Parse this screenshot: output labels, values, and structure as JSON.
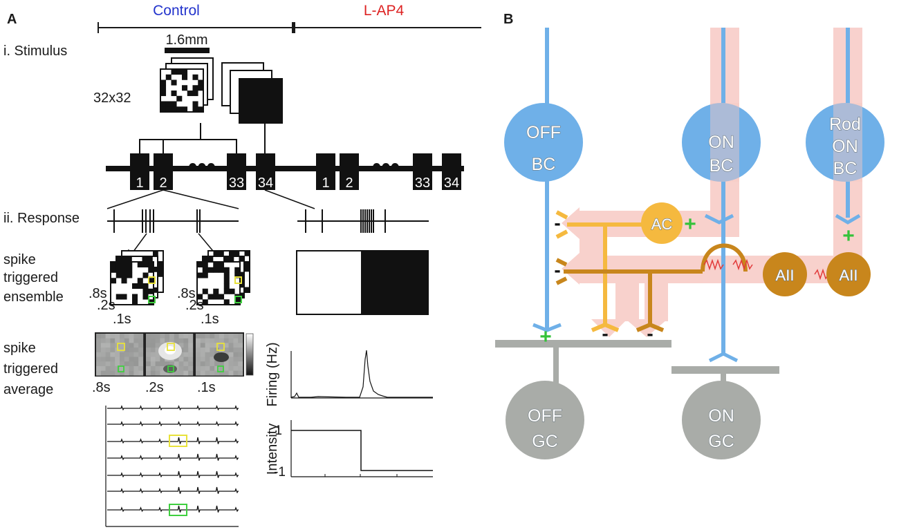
{
  "panel_a": {
    "label": "A",
    "condition_control": "Control",
    "condition_lap4": "L-AP4",
    "colors": {
      "control": "#2233cc",
      "lap4": "#dd2222"
    },
    "stimulus_label": "i. Stimulus",
    "scale_bar_label": "1.6mm",
    "grid_size_label": "32x32",
    "frame_labels_control": [
      "1",
      "2",
      "33",
      "34"
    ],
    "frame_labels_lap4": [
      "1",
      "2",
      "33",
      "34"
    ],
    "response_label": "ii. Response",
    "ste_label": [
      "spike",
      "triggered",
      "ensemble"
    ],
    "ste_lag_labels": [
      ".8s",
      ".2s",
      ".1s"
    ],
    "sta_label": [
      "spike",
      "triggered",
      "average"
    ],
    "sta_lag_labels": [
      ".8s",
      ".2s",
      ".1s"
    ],
    "firing_axis_label": "Firing (Hz)",
    "intensity_axis_label": "Intensity",
    "intensity_ticks": [
      "1",
      "-1"
    ],
    "marker_colors": {
      "yellow": "#e8e23a",
      "green": "#3fcf3f"
    }
  },
  "panel_b": {
    "label": "B",
    "cells": {
      "off_bc": [
        "OFF",
        "BC"
      ],
      "on_bc": [
        "ON",
        "BC"
      ],
      "rod_on_bc": [
        "Rod",
        "ON",
        "BC"
      ],
      "ac": "AC",
      "aii_left": "AII",
      "aii_right": "AII",
      "off_gc": [
        "OFF",
        "GC"
      ],
      "on_gc": [
        "ON",
        "GC"
      ]
    },
    "signs": {
      "plus": "+",
      "minus": "-"
    },
    "colors": {
      "bipolar": "#6fb0e8",
      "ganglion": "#a9aca8",
      "amacrine": "#f5b93f",
      "aii": "#c8861c",
      "rod_pathway": "#f7c9c4",
      "sign_plus": "#35c23a",
      "gap_junction": "#e23a3a"
    }
  }
}
